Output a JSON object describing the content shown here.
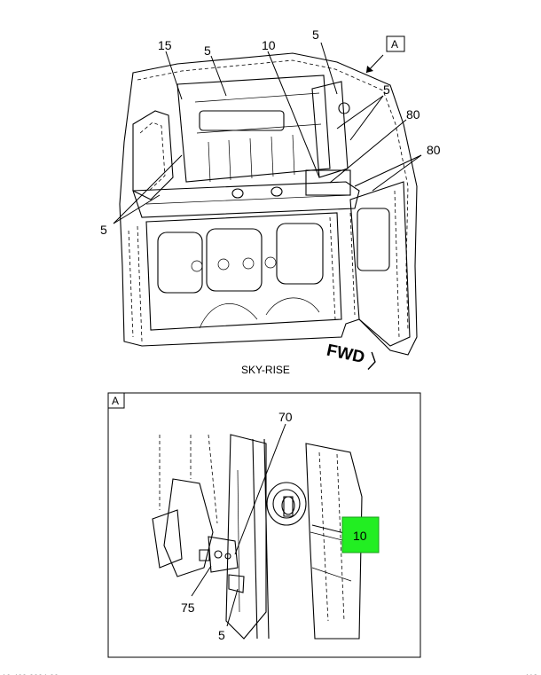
{
  "main_view": {
    "caption": "SKY-RISE",
    "direction_label": "FWD",
    "view_ref": "A",
    "callouts": [
      {
        "id": "c15",
        "text": "15"
      },
      {
        "id": "c5a",
        "text": "5"
      },
      {
        "id": "c10",
        "text": "10"
      },
      {
        "id": "c5b",
        "text": "5"
      },
      {
        "id": "c5c",
        "text": "5"
      },
      {
        "id": "c80a",
        "text": "80"
      },
      {
        "id": "c80b",
        "text": "80"
      },
      {
        "id": "c5d",
        "text": "5"
      }
    ]
  },
  "detail_view": {
    "view_ref": "A",
    "callouts": [
      {
        "id": "d70",
        "text": "70"
      },
      {
        "id": "d10",
        "text": "10"
      },
      {
        "id": "d75",
        "text": "75"
      },
      {
        "id": "d5",
        "text": "5"
      }
    ],
    "highlight_color": "#22ee22"
  },
  "footer": {
    "left_text": "16-460-0004-00",
    "right_text": "119"
  }
}
